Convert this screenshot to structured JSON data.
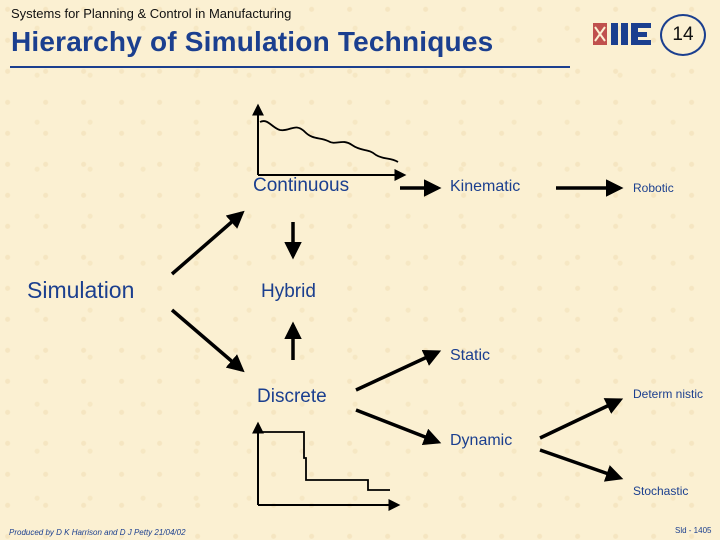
{
  "header": {
    "subtitle": "Systems for Planning & Control in Manufacturing",
    "title": "Hierarchy of Simulation Techniques",
    "slide_number": "14"
  },
  "logo": {
    "name": "iie-logo-icon"
  },
  "diagram": {
    "simulation": "Simulation",
    "continuous": "Continuous",
    "hybrid": "Hybrid",
    "discrete": "Discrete",
    "kinematic": "Kinematic",
    "robotic": "Robotic",
    "static": "Static",
    "dynamic": "Dynamic",
    "deterministic": "Determ nistic",
    "stochastic": "Stochastic"
  },
  "footer": {
    "credit": "Produced by D K Harrison and D J Petty 21/04/02",
    "slide_id": "Sld - 1405"
  },
  "colors": {
    "accent": "#1b3f8f",
    "background": "#fbf0d2",
    "arrow": "#000000"
  }
}
